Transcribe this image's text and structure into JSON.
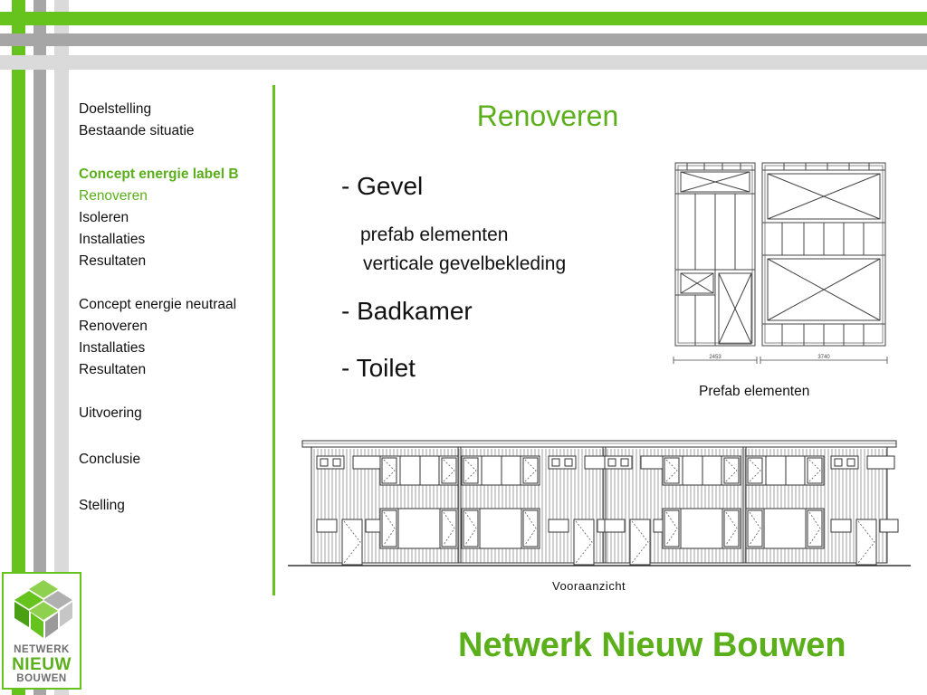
{
  "nav": {
    "items": [
      "Doelstelling",
      "Bestaande situatie",
      "Concept energie label B",
      "Renoveren",
      "Isoleren",
      "Installaties",
      "Resultaten",
      "Concept energie neutraal",
      "Renoveren",
      "Installaties",
      "Resultaten",
      "Uitvoering",
      "Conclusie",
      "Stelling"
    ]
  },
  "slide": {
    "title": "Renoveren",
    "bullets": [
      "- Gevel",
      "- Badkamer",
      "- Toilet"
    ],
    "subitems": [
      "prefab elementen",
      "verticale gevelbekleding"
    ]
  },
  "figures": {
    "prefab_caption": "Prefab elementen",
    "prefab_dims": [
      "2453",
      "3740"
    ],
    "elevation_caption": "Vooraanzicht"
  },
  "footer": {
    "brand": "Netwerk Nieuw Bouwen"
  },
  "logo": {
    "line1": "NETWERK",
    "line2": "NIEUW",
    "line3": "BOUWEN"
  },
  "colors": {
    "accent": "#66c21c",
    "accent_text": "#5aaf1a",
    "gray": "#a6a6a6",
    "light_gray": "#dadada"
  }
}
